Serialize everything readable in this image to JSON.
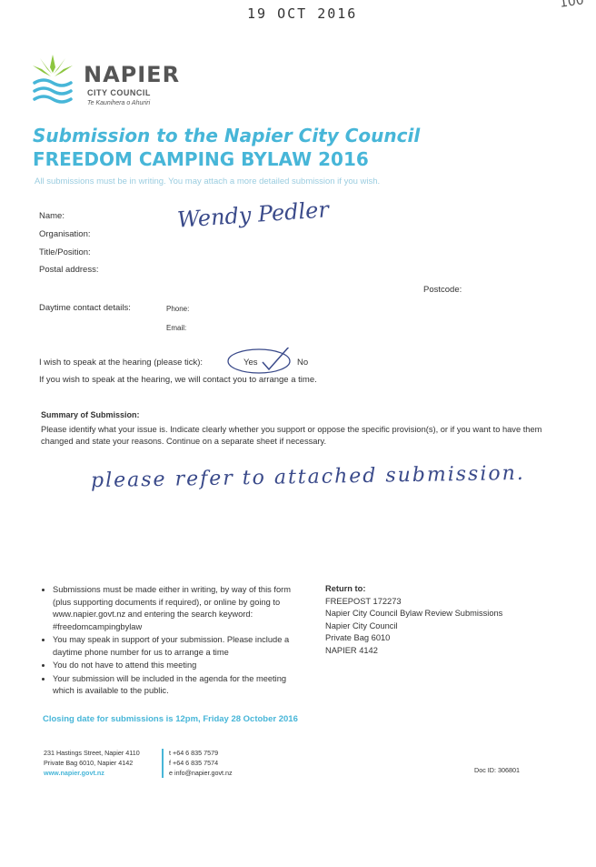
{
  "stamp": {
    "date": "19 OCT 2016"
  },
  "corner_mark": "100",
  "logo": {
    "name": "NAPIER",
    "subtitle": "CITY COUNCIL",
    "tagline": "Te Kaunihera o Ahuriri"
  },
  "title": {
    "line1": "Submission to the Napier City Council",
    "line2": "FREEDOM CAMPING BYLAW 2016"
  },
  "intro": "All submissions must be in writing. You may attach a more detailed submission if you wish.",
  "form": {
    "name_label": "Name:",
    "name_value": "Wendy Pedler",
    "organisation_label": "Organisation:",
    "title_label": "Title/Position:",
    "postal_label": "Postal address:",
    "postcode_label": "Postcode:",
    "contact_label": "Daytime contact details:",
    "phone_label": "Phone:",
    "email_label": "Email:",
    "speak_label": "I wish to speak at the hearing (please tick):",
    "yes_label": "Yes",
    "no_label": "No",
    "speak_note": "If you wish to speak at the hearing, we will contact you to arrange a time."
  },
  "summary": {
    "heading": "Summary of Submission:",
    "instructions": "Please identify what your issue is. Indicate clearly whether you support or oppose the specific provision(s), or if you want to have them changed and state your reasons. Continue on a separate sheet if necessary.",
    "handwritten": "please refer to attached submission."
  },
  "bullets": [
    "Submissions must be made either in writing, by way of this form (plus supporting documents if required), or online by going to www.napier.govt.nz and entering the search keyword: #freedomcampingbylaw",
    "You may speak in support of your submission. Please include a daytime phone number for us to arrange a time",
    "You do not have to attend this meeting",
    "Your submission will be included in the agenda for the meeting which is available to the public."
  ],
  "return_to": {
    "heading": "Return to:",
    "lines": [
      "FREEPOST 172273",
      "Napier City Council Bylaw Review Submissions",
      "Napier City Council",
      "Private Bag 6010",
      "NAPIER 4142"
    ]
  },
  "closing": "Closing date for submissions is 12pm, Friday 28 October 2016",
  "footer": {
    "address1": "231 Hastings Street, Napier 4110",
    "address2": "Private Bag 6010, Napier 4142",
    "website": "www.napier.govt.nz",
    "phone": "t +64 6 835 7579",
    "fax": "f +64 6 835 7574",
    "email": "e info@napier.govt.nz",
    "doc_id": "Doc ID: 306801"
  },
  "colors": {
    "accent": "#47b6d8",
    "logo_green": "#8cc63f",
    "ink": "#3a4a8a"
  }
}
